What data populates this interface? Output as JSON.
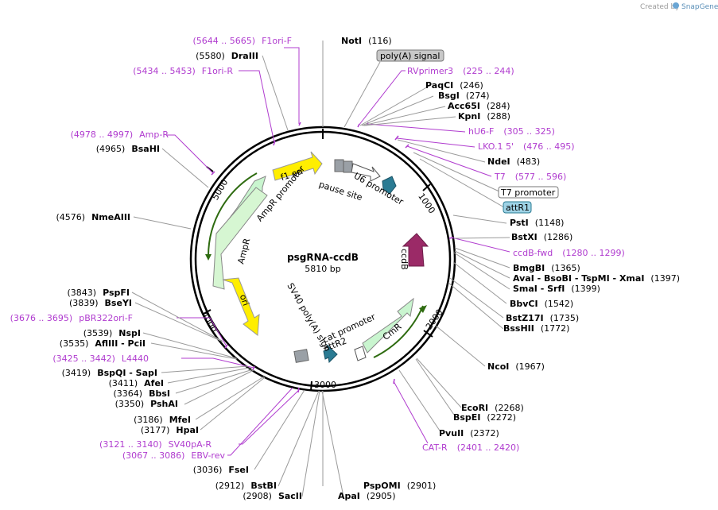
{
  "credit": {
    "prefix": "Created by",
    "brand": "SnapGene"
  },
  "plasmid": {
    "name": "psgRNA-ccdB",
    "length": "5810 bp"
  },
  "ticks": {
    "t1000": "1000",
    "t2000": "2000",
    "t3000": "3000",
    "t4000": "4000",
    "t5000": "5000"
  },
  "features": {
    "f1_ori": "f1 ori",
    "ampr_promoter": "AmpR promoter",
    "ampr": "AmpR",
    "ori": "ori",
    "sv40_polya": "SV40 poly(A) signal",
    "cmr": "CmR",
    "u6_promoter": "U6 promoter",
    "pause_site": "pause site",
    "ccdb": "ccdB",
    "cat_promoter": "cat promoter",
    "attr2": "attR2"
  },
  "boxed": {
    "polya_signal": "poly(A) signal",
    "t7_promoter": "T7 promoter",
    "attr1": "attR1"
  },
  "right": {
    "noti": {
      "name": "NotI",
      "pos": "(116)"
    },
    "rvprimer3": {
      "name": "RVprimer3",
      "pos": "(225 .. 244)"
    },
    "paqci": {
      "name": "PaqCI",
      "pos": "(246)"
    },
    "bsgi": {
      "name": "BsgI",
      "pos": "(274)"
    },
    "acc65i": {
      "name": "Acc65I",
      "pos": "(284)"
    },
    "kpni": {
      "name": "KpnI",
      "pos": "(288)"
    },
    "hu6f": {
      "name": "hU6-F",
      "pos": "(305 .. 325)"
    },
    "lko": {
      "name": "LKO.1 5'",
      "pos": "(476 .. 495)"
    },
    "ndei": {
      "name": "NdeI",
      "pos": "(483)"
    },
    "t7": {
      "name": "T7",
      "pos": "(577 .. 596)"
    },
    "psti": {
      "name": "PstI",
      "pos": "(1148)"
    },
    "bstxi": {
      "name": "BstXI",
      "pos": "(1286)"
    },
    "ccdbfwd": {
      "name": "ccdB-fwd",
      "pos": "(1280 .. 1299)"
    },
    "bmgbi": {
      "name": "BmgBI",
      "pos": "(1365)"
    },
    "avai_group": {
      "names": "AvaI  - BsoBI  - TspMI  - XmaI",
      "pos": "(1397)"
    },
    "smai_group": {
      "names": "SmaI  - SrfI",
      "pos": "(1399)"
    },
    "bbvci": {
      "name": "BbvCI",
      "pos": "(1542)"
    },
    "bstz17i": {
      "name": "BstZ17I",
      "pos": "(1735)"
    },
    "bsshii": {
      "name": "BssHII",
      "pos": "(1772)"
    },
    "ncoi": {
      "name": "NcoI",
      "pos": "(1967)"
    },
    "ecori": {
      "name": "EcoRI",
      "pos": "(2268)"
    },
    "bspei": {
      "name": "BspEI",
      "pos": "(2272)"
    },
    "pvuii": {
      "name": "PvuII",
      "pos": "(2372)"
    },
    "catr": {
      "name": "CAT-R",
      "pos": "(2401 .. 2420)"
    },
    "pspomi": {
      "name": "PspOMI",
      "pos": "(2901)"
    },
    "apai": {
      "name": "ApaI",
      "pos": "(2905)"
    }
  },
  "left": {
    "f1orif": {
      "name": "F1ori-F",
      "pos": "(5644 .. 5665)"
    },
    "draiii": {
      "name": "DraIII",
      "pos": "(5580)"
    },
    "f1orir": {
      "name": "F1ori-R",
      "pos": "(5434 .. 5453)"
    },
    "ampr": {
      "name": "Amp-R",
      "pos": "(4978 .. 4997)"
    },
    "bsahi": {
      "name": "BsaHI",
      "pos": "(4965)"
    },
    "nmeaiii": {
      "name": "NmeAIII",
      "pos": "(4576)"
    },
    "pspfi": {
      "name": "PspFI",
      "pos": "(3843)"
    },
    "bseyi": {
      "name": "BseYI",
      "pos": "(3839)"
    },
    "pbr322": {
      "name": "pBR322ori-F",
      "pos": "(3676 .. 3695)"
    },
    "nspi": {
      "name": "NspI",
      "pos": "(3539)"
    },
    "afliii": {
      "names": "AflIII   - PciI",
      "pos": "(3535)"
    },
    "l4440": {
      "name": "L4440",
      "pos": "(3425 .. 3442)"
    },
    "bspqi": {
      "names": "BspQI   - SapI",
      "pos": "(3419)"
    },
    "afei": {
      "name": "AfeI",
      "pos": "(3411)"
    },
    "bbsi": {
      "name": "BbsI",
      "pos": "(3364)"
    },
    "pshai": {
      "name": "PshAI",
      "pos": "(3350)"
    },
    "mfei": {
      "name": "MfeI",
      "pos": "(3186)"
    },
    "hpai": {
      "name": "HpaI",
      "pos": "(3177)"
    },
    "sv40par": {
      "name": "SV40pA-R",
      "pos": "(3121 .. 3140)"
    },
    "ebvrev": {
      "name": "EBV-rev",
      "pos": "(3067 .. 3086)"
    },
    "fsei": {
      "name": "FseI",
      "pos": "(3036)"
    },
    "bstbi": {
      "name": "BstBI",
      "pos": "(2912)"
    },
    "sacii": {
      "name": "SacII",
      "pos": "(2908)"
    }
  }
}
